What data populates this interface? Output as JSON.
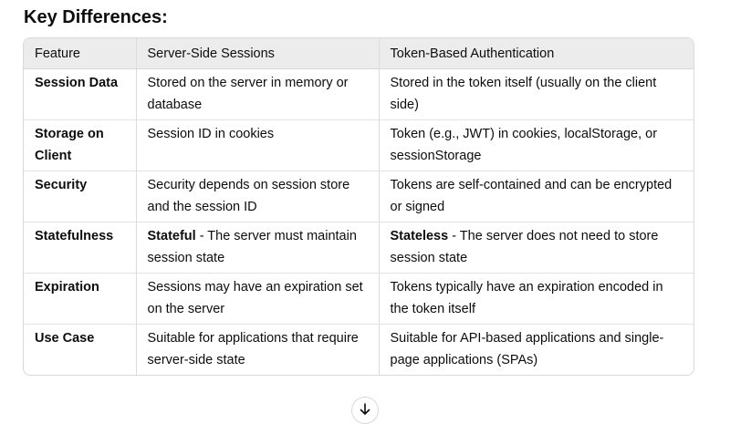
{
  "heading": "Key Differences:",
  "table": {
    "headers": [
      "Feature",
      "Server-Side Sessions",
      "Token-Based Authentication"
    ],
    "rows": [
      {
        "feature": "Session Data",
        "server_bold": "",
        "server": "Stored on the server in memory or database",
        "token_bold": "",
        "token": "Stored in the token itself (usually on the client side)"
      },
      {
        "feature": "Storage on Client",
        "server_bold": "",
        "server": "Session ID in cookies",
        "token_bold": "",
        "token": "Token (e.g., JWT) in cookies, localStorage, or sessionStorage"
      },
      {
        "feature": "Security",
        "server_bold": "",
        "server": "Security depends on session store and the session ID",
        "token_bold": "",
        "token": "Tokens are self-contained and can be encrypted or signed"
      },
      {
        "feature": "Statefulness",
        "server_bold": "Stateful",
        "server": " - The server must maintain session state",
        "token_bold": "Stateless",
        "token": " - The server does not need to store session state"
      },
      {
        "feature": "Expiration",
        "server_bold": "",
        "server": "Sessions may have an expiration set on the server",
        "token_bold": "",
        "token": "Tokens typically have an expiration encoded in the token itself"
      },
      {
        "feature": "Use Case",
        "server_bold": "",
        "server": "Suitable for applications that require server-side state",
        "token_bold": "",
        "token": "Suitable for API-based applications and single-page applications (SPAs)"
      }
    ]
  },
  "scroll_button": {
    "icon": "arrow-down-icon"
  }
}
